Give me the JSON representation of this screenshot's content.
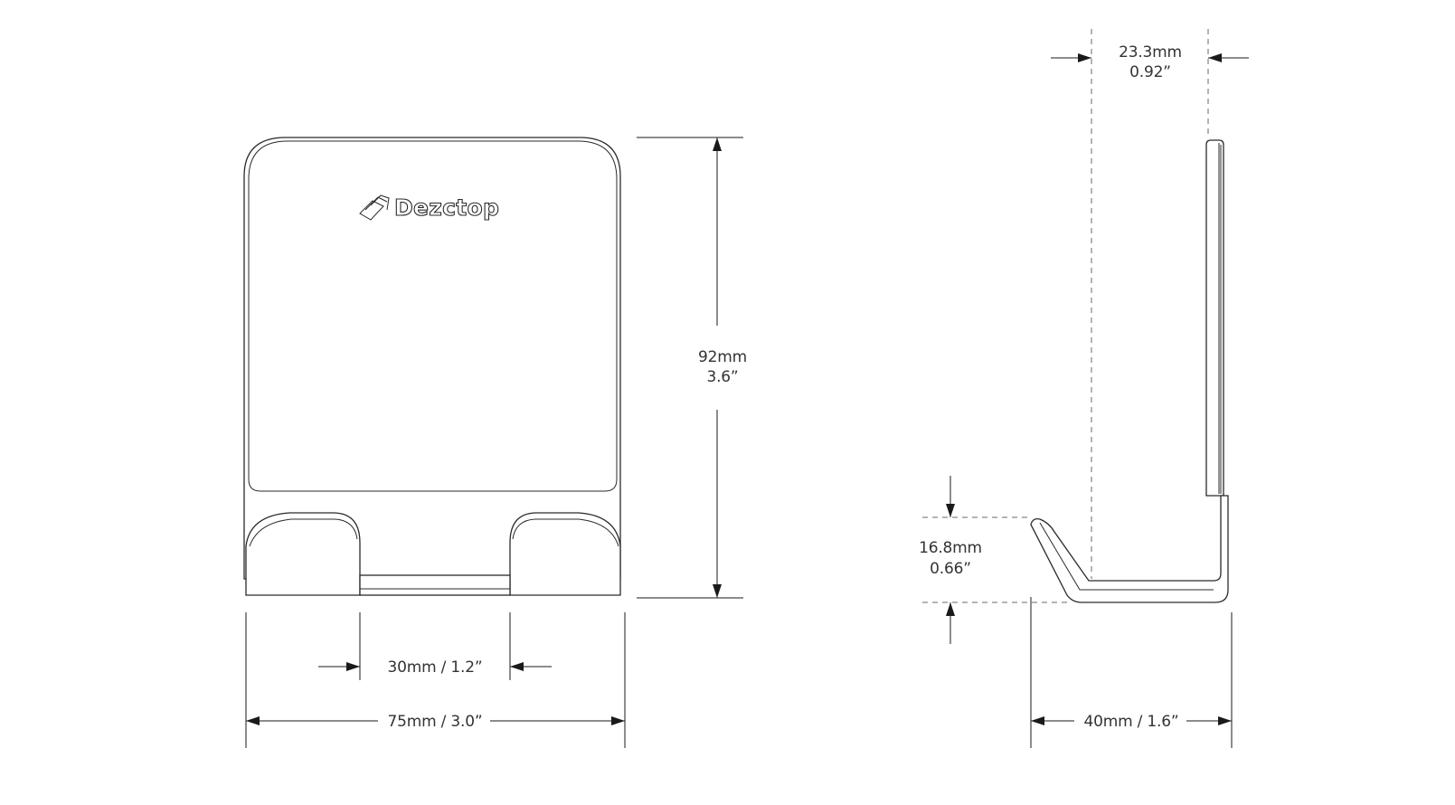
{
  "brand": {
    "logo_text": "Dezctop",
    "logo_icon": "dezctop-logo-icon"
  },
  "front_view": {
    "height_mm": "92mm",
    "height_in": "3.6”",
    "width_total": "75mm / 3.0”",
    "gap_width": "30mm / 1.2”"
  },
  "side_view": {
    "depth_mm": "23.3mm",
    "depth_in": "0.92”",
    "lip_mm": "16.8mm",
    "lip_in": "0.66”",
    "base_length": "40mm / 1.6”"
  },
  "colors": {
    "line": "#2a2a2a",
    "dashed": "#6a6a6a",
    "text": "#333333",
    "background": "#ffffff"
  }
}
